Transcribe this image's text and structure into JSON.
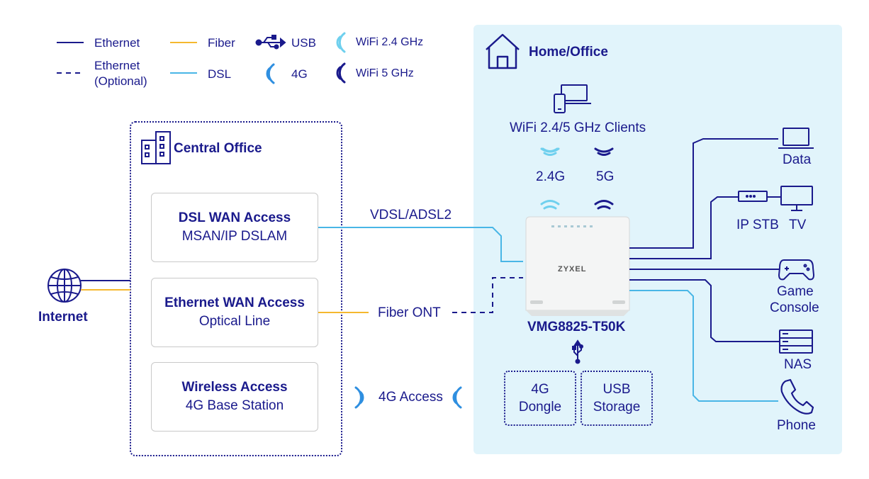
{
  "legend": {
    "ethernet": "Ethernet",
    "ethernet_optional_1": "Ethernet",
    "ethernet_optional_2": "(Optional)",
    "fiber": "Fiber",
    "dsl": "DSL",
    "usb": "USB",
    "g4": "4G",
    "wifi24": "WiFi 2.4 GHz",
    "wifi5": "WiFi 5 GHz"
  },
  "internet": {
    "label": "Internet"
  },
  "central_office": {
    "title": "Central Office",
    "boxes": [
      {
        "title": "DSL WAN Access",
        "sub": "MSAN/IP DSLAM"
      },
      {
        "title": "Ethernet WAN Access",
        "sub": "Optical Line"
      },
      {
        "title": "Wireless Access",
        "sub": "4G Base Station"
      }
    ]
  },
  "links": {
    "vdsl": "VDSL/ADSL2",
    "fiber_ont": "Fiber ONT",
    "access_4g": "4G Access"
  },
  "home": {
    "title": "Home/Office",
    "wifi_clients": "WiFi 2.4/5 GHz Clients",
    "band_24": "2.4G",
    "band_5": "5G",
    "router_name": "VMG8825-T50K",
    "router_brand": "ZYXEL",
    "usb_devices": [
      {
        "line1": "4G",
        "line2": "Dongle"
      },
      {
        "line1": "USB",
        "line2": "Storage"
      }
    ],
    "devices": {
      "data": "Data",
      "ip_stb": "IP STB",
      "tv": "TV",
      "game_1": "Game",
      "game_2": "Console",
      "nas": "NAS",
      "phone": "Phone"
    }
  },
  "colors": {
    "navy": "#1a1a8c",
    "fiber": "#f5b82e",
    "dsl": "#49b6e6",
    "wifi24": "#6fd0ee",
    "home_bg": "#e1f4fb"
  }
}
